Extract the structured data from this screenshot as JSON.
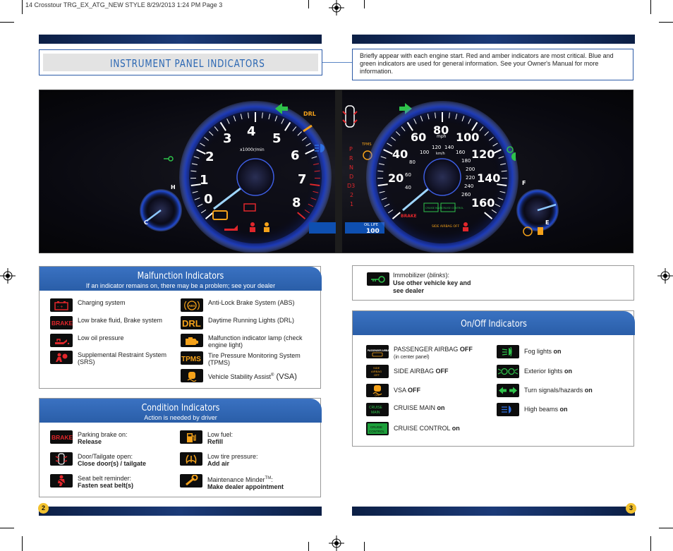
{
  "print_header": "14 Crosstour TRG_EX_ATG_NEW STYLE  8/29/2013  1:24 PM  Page 3",
  "title": "INSTRUMENT PANEL INDICATORS",
  "intro": "Briefly appear with each engine start. Red and amber indicators are most critical. Blue and green indicators are used for general information. See your Owner's Manual for more information.",
  "dashboard": {
    "tach_numbers": [
      "0",
      "1",
      "2",
      "3",
      "4",
      "5",
      "6",
      "7",
      "8"
    ],
    "tach_unit": "x1000r/min",
    "speed_numbers": [
      "20",
      "40",
      "60",
      "80",
      "100",
      "120",
      "140",
      "160"
    ],
    "speed_unit": "mph",
    "kmh_numbers": [
      "40",
      "60",
      "80",
      "100",
      "120",
      "140",
      "160",
      "180",
      "200",
      "220",
      "240",
      "260"
    ],
    "kmh_unit": "km/h",
    "gears": [
      "P",
      "R",
      "N",
      "D",
      "D3",
      "2",
      "1"
    ],
    "drl": "DRL",
    "tpms": "TPMS",
    "brake": "BRAKE",
    "temp_h": "H",
    "temp_c": "C",
    "fuel_f": "F",
    "fuel_e": "E",
    "oil_life": "OIL LIFE",
    "odometer": "100",
    "side_airbag": "SIDE AIRBAG OFF",
    "cruise_main": "CRUISE MAIN",
    "cruise_control": "CRUISE CONTROL"
  },
  "malfunction": {
    "title": "Malfunction Indicators",
    "subtitle": "If an indicator remains on, there may be a problem; see your dealer",
    "left": [
      {
        "text": "Charging system"
      },
      {
        "text": "Low brake fluid, Brake system"
      },
      {
        "text": "Low oil pressure"
      },
      {
        "text": "Supplemental Restraint System (SRS)"
      }
    ],
    "right": [
      {
        "text": "Anti-Lock Brake System (ABS)"
      },
      {
        "text": "Daytime Running Lights (DRL)"
      },
      {
        "text": "Malfunction indicator lamp (check engine light)"
      },
      {
        "text": "Tire Pressure Monitoring System (TPMS)"
      },
      {
        "text": "Vehicle Stability Assist",
        "sup": "®",
        "tail": " (VSA)"
      }
    ],
    "icon_labels": {
      "brake": "BRAKE",
      "drl": "DRL",
      "tpms": "TPMS",
      "abs": "ABS"
    }
  },
  "condition": {
    "title": "Condition Indicators",
    "subtitle": "Action is needed by driver",
    "left": [
      {
        "label": "Parking brake on:",
        "action": "Release"
      },
      {
        "label": "Door/Tailgate open:",
        "action": "Close door(s) / tailgate"
      },
      {
        "label": "Seat belt reminder:",
        "action": "Fasten seat belt(s)"
      }
    ],
    "right": [
      {
        "label": "Low fuel:",
        "action": "Refill"
      },
      {
        "label": "Low tire pressure:",
        "action": "Add air"
      },
      {
        "label": "Maintenance Minder",
        "sup": "TM",
        "label_tail": ":",
        "action": "Make dealer appointment"
      }
    ],
    "icon_labels": {
      "brake": "BRAKE"
    }
  },
  "immobilizer": {
    "label": "Immobilizer (",
    "label_em": "blinks",
    "label_tail": "):",
    "action": "Use other vehicle key and see dealer"
  },
  "onoff": {
    "title": "On/Off Indicators",
    "left": [
      {
        "label": "PASSENGER AIRBAG",
        "state": "OFF",
        "note": "(in center panel)",
        "icon": "PASSENGER AIRBAG"
      },
      {
        "label": "SIDE AIRBAG",
        "state": "OFF",
        "icon": "SIDE AIRBAG OFF"
      },
      {
        "label": "VSA",
        "state": "OFF"
      },
      {
        "label": "CRUISE MAIN",
        "state": "on",
        "icon": "CRUISE MAIN"
      },
      {
        "label": "CRUISE CONTROL",
        "state": "on",
        "icon": "CRUISE CONTROL"
      }
    ],
    "right": [
      {
        "label": "Fog lights",
        "state": "on"
      },
      {
        "label": "Exterior lights",
        "state": "on"
      },
      {
        "label": "Turn signals/hazards",
        "state": "on"
      },
      {
        "label": "High beams",
        "state": "on"
      }
    ]
  },
  "pages": {
    "left": "2",
    "right": "3"
  },
  "colors": {
    "accent": "#2a5ea8",
    "red": "#e0262b",
    "amber": "#f5a21a",
    "green": "#2ec24a",
    "blue": "#2f6fe0"
  }
}
